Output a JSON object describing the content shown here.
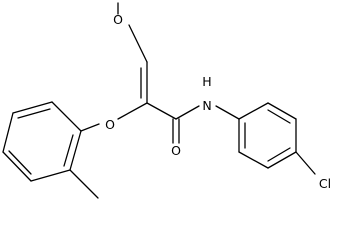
{
  "molecule": {
    "atoms": {
      "methoxy_oxygen": "O",
      "ether_oxygen": "O",
      "carbonyl_oxygen": "O",
      "amide_nitrogen": "N",
      "amide_hydrogen": "H",
      "chlorine": "Cl"
    },
    "colors": {
      "line": "#000000",
      "background": "#ffffff"
    }
  }
}
